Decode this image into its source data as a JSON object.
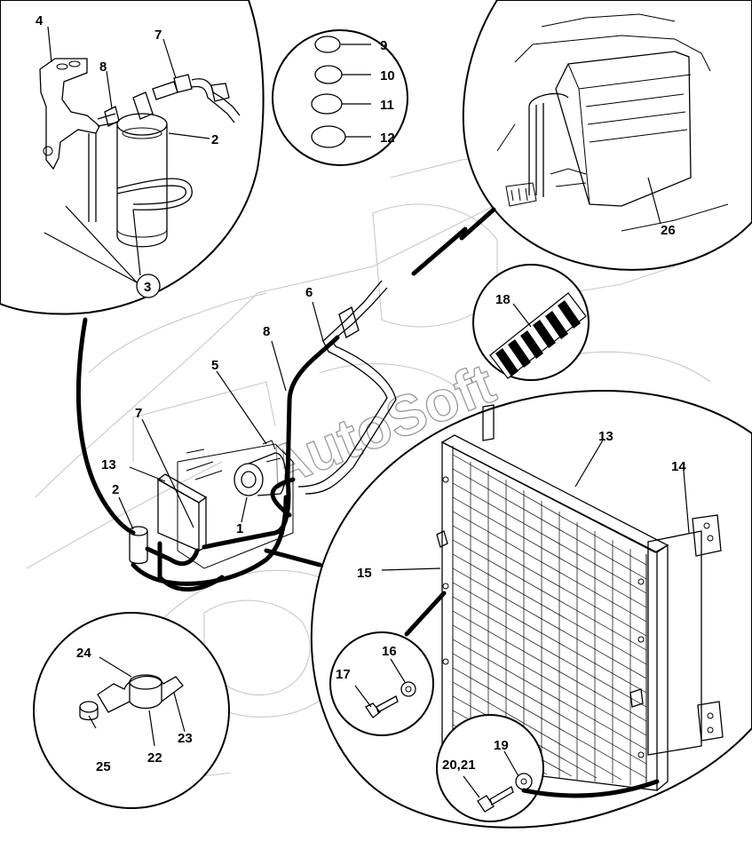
{
  "labels": {
    "l1": "1",
    "l2a": "2",
    "l2b": "2",
    "l3": "3",
    "l4": "4",
    "l5": "5",
    "l6": "6",
    "l7a": "7",
    "l7b": "7",
    "l8a": "8",
    "l8b": "8",
    "l9": "9",
    "l10": "10",
    "l11": "11",
    "l12": "12",
    "l13a": "13",
    "l13b": "13",
    "l14": "14",
    "l15": "15",
    "l16": "16",
    "l17": "17",
    "l18": "18",
    "l19": "19",
    "l2021": "20,21",
    "l22": "22",
    "l23": "23",
    "l24": "24",
    "l25": "25",
    "l26": "26"
  },
  "watermark": "AutoSoft"
}
